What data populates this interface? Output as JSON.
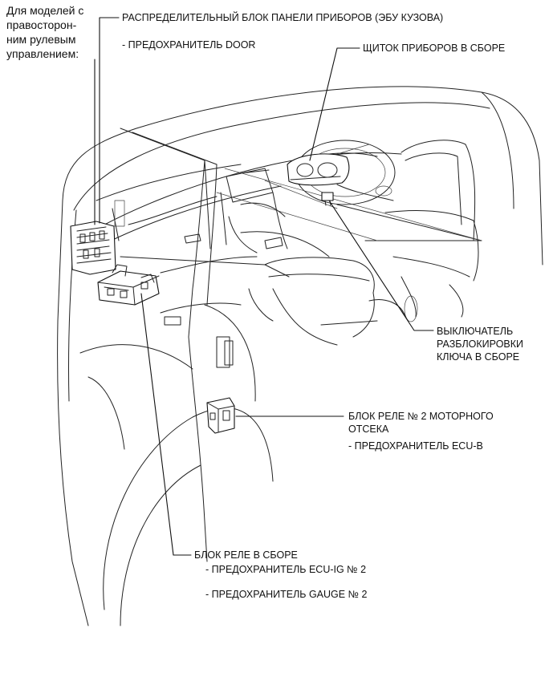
{
  "note_rhd": [
    "Для моделей с",
    "правосторон-",
    "ним рулевым",
    "управлением:"
  ],
  "callouts": {
    "junction_block": {
      "title": "РАСПРЕДЕЛИТЕЛЬНЫЙ БЛОК ПАНЕЛИ ПРИБОРОВ (ЭБУ КУЗОВА)",
      "items": [
        "- ПРЕДОХРАНИТЕЛЬ DOOR"
      ]
    },
    "combination_meter": {
      "title": "ЩИТОК ПРИБОРОВ В СБОРЕ"
    },
    "unlock_switch": {
      "lines": [
        "ВЫКЛЮЧАТЕЛЬ",
        "РАЗБЛОКИРОВКИ",
        "КЛЮЧА В СБОРЕ"
      ]
    },
    "engine_relay_block": {
      "lines": [
        "БЛОК РЕЛЕ № 2 МОТОРНОГО",
        "ОТСЕКА"
      ],
      "items": [
        "- ПРЕДОХРАНИТЕЛЬ ECU-B"
      ]
    },
    "relay_block": {
      "title": "БЛОК РЕЛЕ В СБОРЕ",
      "items": [
        "- ПРЕДОХРАНИТЕЛЬ ECU-IG № 2",
        "- ПРЕДОХРАНИТЕЛЬ GAUGE № 2"
      ]
    }
  }
}
